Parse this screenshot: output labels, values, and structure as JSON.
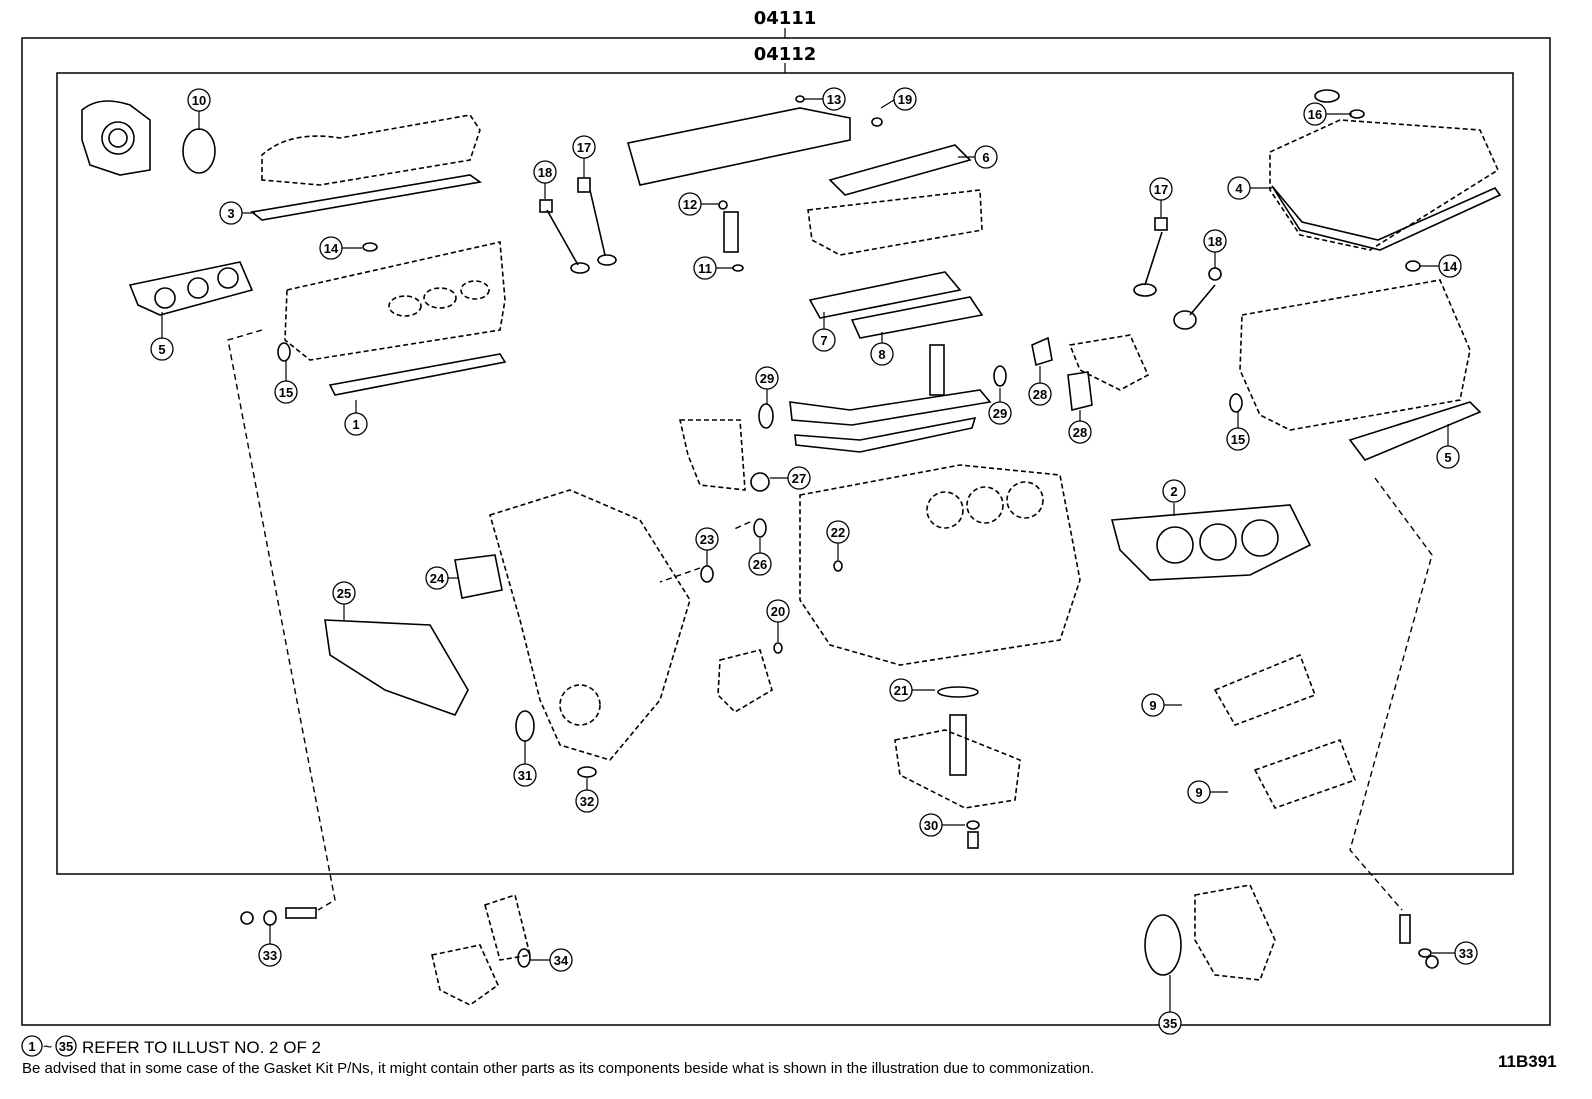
{
  "kit_outer": "04111",
  "kit_inner": "04112",
  "callouts": [
    "1",
    "2",
    "3",
    "4",
    "5",
    "5",
    "6",
    "7",
    "8",
    "9",
    "9",
    "10",
    "11",
    "12",
    "13",
    "14",
    "14",
    "15",
    "15",
    "16",
    "17",
    "17",
    "18",
    "18",
    "19",
    "20",
    "21",
    "22",
    "23",
    "24",
    "25",
    "26",
    "27",
    "28",
    "28",
    "29",
    "29",
    "30",
    "31",
    "32",
    "33",
    "33",
    "34",
    "35"
  ],
  "footer": {
    "range_start": "1",
    "range_tilde": "~",
    "range_end": "35",
    "refer_text": "REFER TO ILLUST NO. 2 OF 2",
    "advice": "Be advised that in some case of the Gasket Kit P/Ns,  it might contain other parts as its components beside what is shown in the illustration due to commonization."
  },
  "illustration_code": "11B391"
}
